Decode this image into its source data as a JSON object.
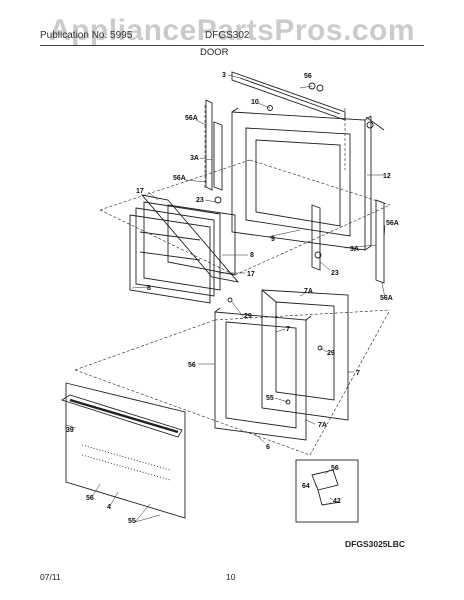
{
  "watermark": "AppliancePartsPros.com",
  "header": {
    "left": "Publication No. 5995",
    "right": "DFGS302"
  },
  "section_title": "DOOR",
  "callouts": {
    "c3": "3",
    "c56_top": "56",
    "c10": "10",
    "c56a_left": "56A",
    "c3a_left": "3A",
    "c56a_mid": "56A",
    "c12": "12",
    "c17_top": "17",
    "c23_left": "23",
    "c8_a": "8",
    "c9": "9",
    "c56a_right": "56A",
    "c3a_right": "3A",
    "c17_bottom": "17",
    "c23_right": "23",
    "c8_b": "8",
    "c56a_br": "56A",
    "c7a_top": "7A",
    "c29_top": "29",
    "c7_a": "7",
    "c56_mid": "56",
    "c29_mid": "29",
    "c7_b": "7",
    "c39": "39",
    "c55_mid": "55",
    "c7a_bottom": "7A",
    "c6": "6",
    "c56_inset": "56",
    "c64": "64",
    "c42": "42",
    "c56_bl": "56",
    "c4": "4",
    "c55_bottom": "55"
  },
  "model_number": "DFGS3025LBC",
  "footer": {
    "date": "07/11",
    "page": "10"
  }
}
